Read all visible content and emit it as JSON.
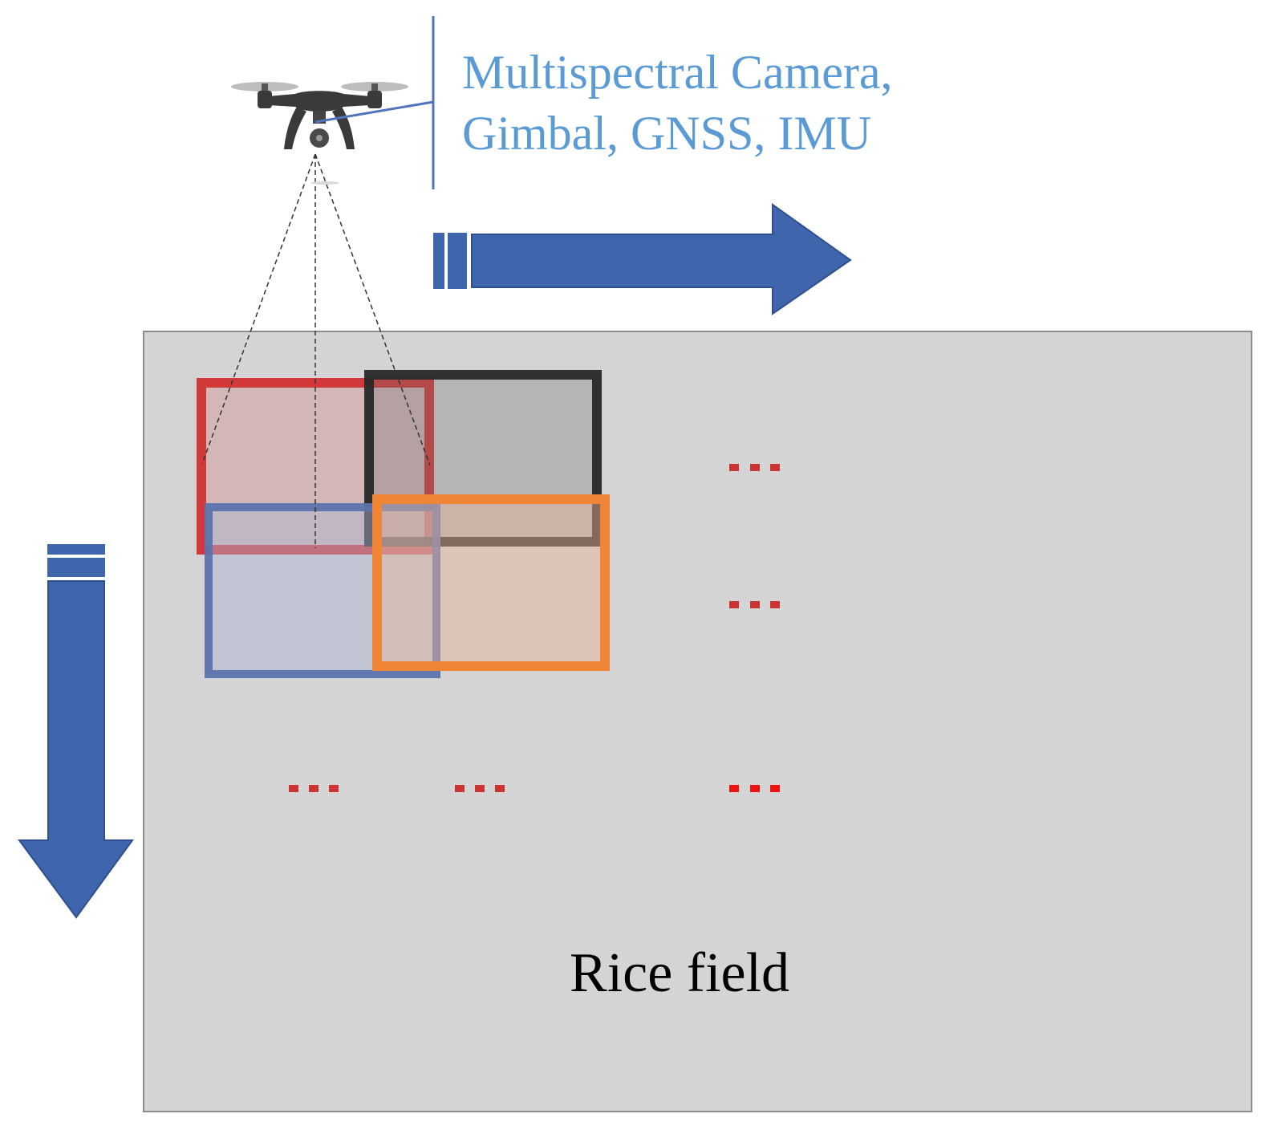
{
  "equipment_label": {
    "line1": "Multispectral Camera,",
    "line2": "Gimbal, GNSS, IMU"
  },
  "field_label": "Rice field",
  "ellipsis_text": "...",
  "icons": {
    "drone": "drone-icon",
    "flight_direction_horizontal": "arrow-right-icon",
    "flight_direction_vertical": "arrow-down-icon"
  },
  "colors": {
    "label_text": "#5b9bd5",
    "arrow_fill": "#3f65ad",
    "field_fill": "#d4d4d4",
    "ellipsis": "#cc3333",
    "frame_1": "#d23a3a",
    "frame_2": "#2e2e2e",
    "frame_3": "#5b74ad",
    "frame_4": "#ef8535"
  }
}
